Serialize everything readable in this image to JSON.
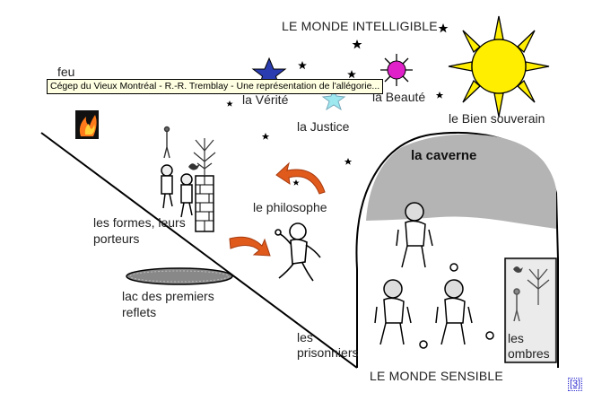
{
  "diagram": {
    "title_top": "LE MONDE INTELLIGIBLE",
    "title_bottom": "LE MONDE SENSIBLE",
    "labels": {
      "feu": "feu",
      "verite": "la Vérité",
      "beaute": "la Beauté",
      "justice": "la Justice",
      "bien": "le Bien souverain",
      "caverne": "la caverne",
      "philosophe": "le philosophe",
      "formes": "les formes, leurs porteurs",
      "lac": "lac des premiers reflets",
      "prisonniers": "les prisonniers",
      "ombres": "les ombres"
    },
    "colors": {
      "sun": "#ffee00",
      "star_blue": "#2a3cb0",
      "beauty": "#e020c8",
      "justice": "#9ee8f0",
      "cave": "#b4b4b4",
      "arrow": "#e05a1c",
      "fire": "#ff7a1a"
    }
  },
  "tooltip": {
    "text": "Cégep du Vieux Montréal - R.-R. Tremblay - Une représentation de l'allégorie..."
  },
  "citation": {
    "label": "[3]"
  }
}
